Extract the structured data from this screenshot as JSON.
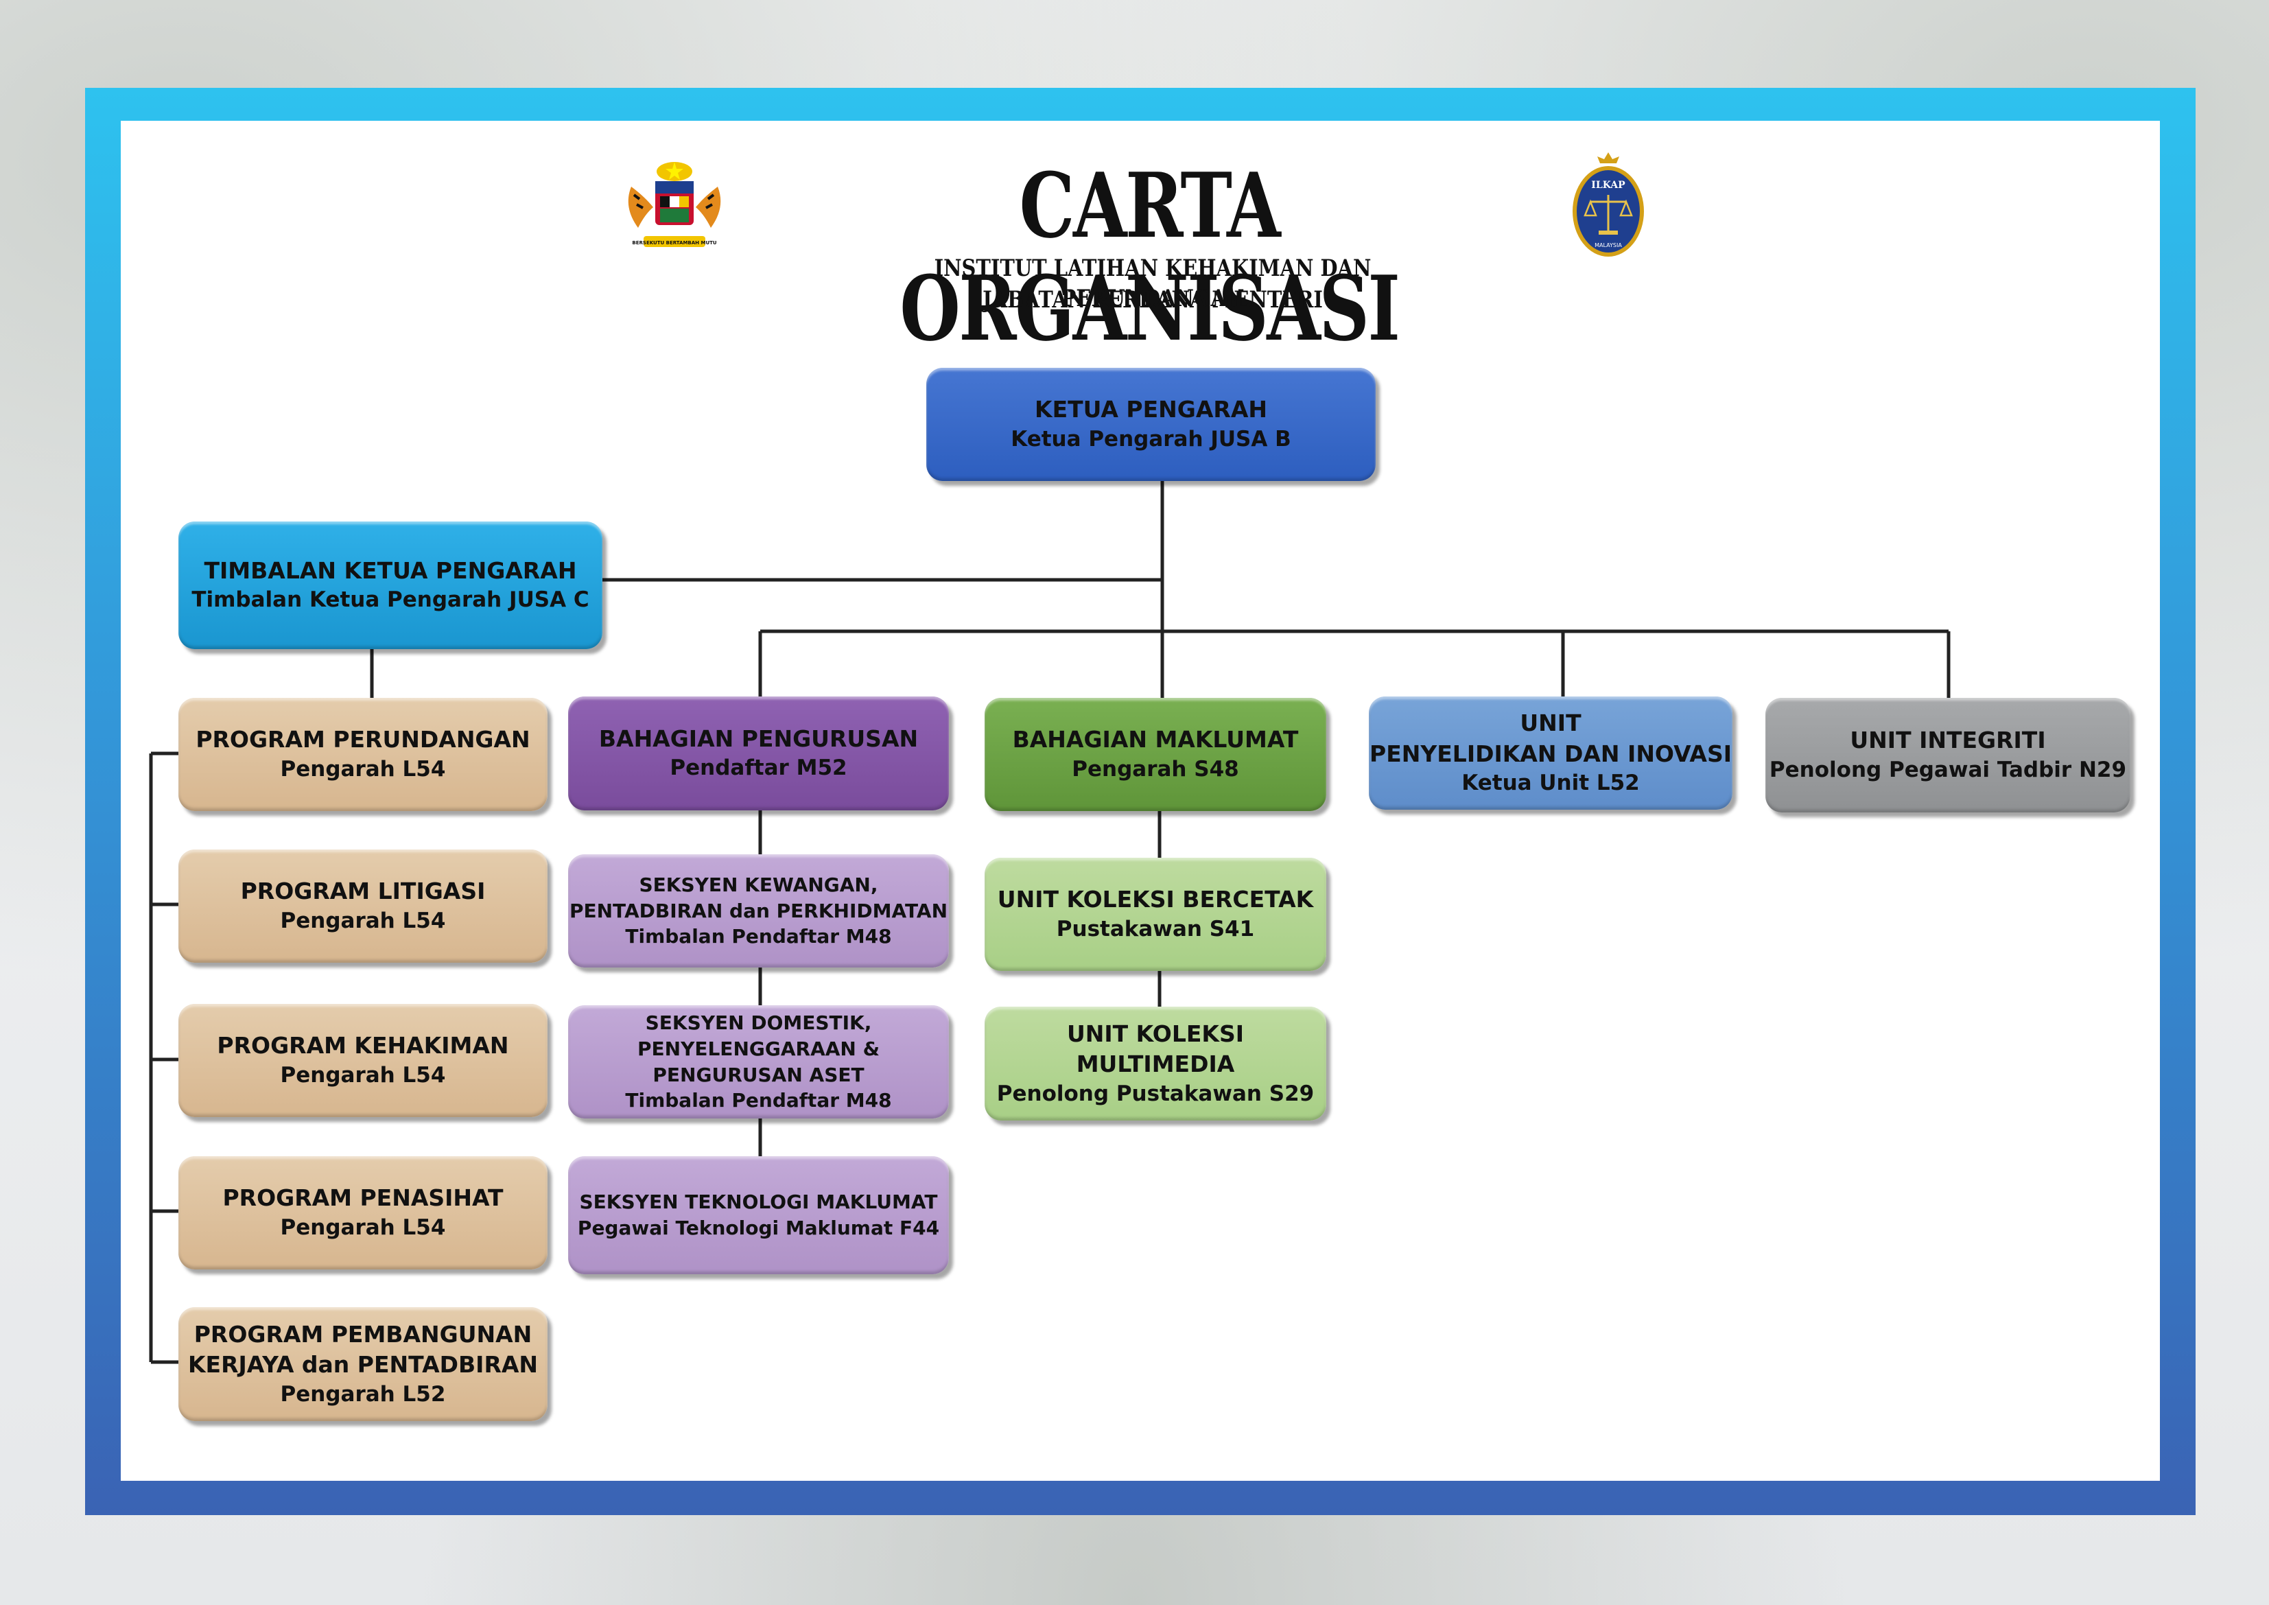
{
  "header": {
    "title": "CARTA ORGANISASI ILKAP",
    "subtitle_1": "INSTITUT LATIHAN KEHAKIMAN DAN PERUNDANGAN",
    "subtitle_2": "JABATAN PERDANA MENTERI",
    "crest_motto": "BERSEKUTU BERTAMBAH MUTU",
    "logo_text": "ILKAP",
    "logo_country": "MALAYSIA"
  },
  "nodes": {
    "ketua": {
      "title": "KETUA PENGARAH",
      "sub": "Ketua Pengarah JUSA B"
    },
    "timbalan": {
      "title": "TIMBALAN KETUA PENGARAH",
      "sub": "Timbalan Ketua Pengarah JUSA C"
    },
    "prog_perundangan": {
      "title": "PROGRAM PERUNDANGAN",
      "sub": "Pengarah L54"
    },
    "prog_litigasi": {
      "title": "PROGRAM LITIGASI",
      "sub": "Pengarah L54"
    },
    "prog_kehakiman": {
      "title": "PROGRAM KEHAKIMAN",
      "sub": "Pengarah L54"
    },
    "prog_penasihat": {
      "title": "PROGRAM PENASIHAT",
      "sub": "Pengarah L54"
    },
    "prog_pembangunan": {
      "line1": "PROGRAM PEMBANGUNAN",
      "line2": "KERJAYA dan PENTADBIRAN",
      "sub": "Pengarah L52"
    },
    "bah_pengurusan": {
      "title": "BAHAGIAN PENGURUSAN",
      "sub": "Pendaftar M52"
    },
    "sek_kewangan": {
      "line1": "SEKSYEN KEWANGAN,",
      "line2": "PENTADBIRAN dan PERKHIDMATAN",
      "sub": "Timbalan Pendaftar M48"
    },
    "sek_domestik": {
      "line1": "SEKSYEN DOMESTIK,",
      "line2": "PENYELENGGARAAN & PENGURUSAN ASET",
      "sub": "Timbalan Pendaftar M48"
    },
    "sek_teknologi": {
      "title": "SEKSYEN TEKNOLOGI MAKLUMAT",
      "sub": "Pegawai Teknologi Maklumat F44"
    },
    "bah_maklumat": {
      "title": "BAHAGIAN MAKLUMAT",
      "sub": "Pengarah S48"
    },
    "unit_bercetak": {
      "title": "UNIT KOLEKSI BERCETAK",
      "sub": "Pustakawan S41"
    },
    "unit_multimedia": {
      "title": "UNIT KOLEKSI MULTIMEDIA",
      "sub": "Penolong Pustakawan S29"
    },
    "unit_penyelidikan": {
      "line1": "UNIT",
      "line2": "PENYELIDIKAN DAN INOVASI",
      "sub": "Ketua Unit L52"
    },
    "unit_integriti": {
      "title": "UNIT INTEGRITI",
      "sub": "Penolong Pegawai Tadbir N29"
    }
  }
}
